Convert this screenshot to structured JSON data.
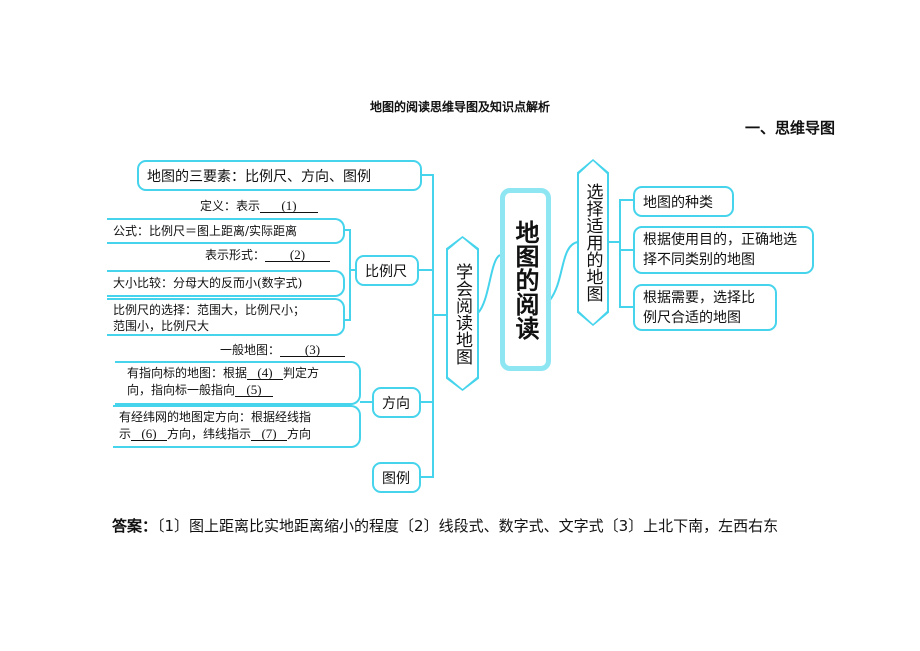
{
  "title": "地图的阅读思维导图及知识点解析",
  "section": "一、思维导图",
  "mindmap": {
    "center": "地图的阅读",
    "left_branch": "学会阅读地图",
    "right_branch": "选择适用的地图",
    "three_elements": "地图的三要素：比例尺、方向、图例",
    "scale": {
      "label": "比例尺",
      "definition": "定义：表示",
      "blank1": "(1)",
      "formula": "公式：比例尺＝图上距离/实际距离",
      "forms": "表示形式：",
      "blank2": "(2)",
      "compare": "大小比较：分母大的反而小(数字式)",
      "choice_line1": "比例尺的选择：范围大，比例尺小；",
      "choice_line2": "范围小，比例尺大"
    },
    "direction": {
      "label": "方向",
      "general": "一般地图：",
      "blank3": "(3)",
      "arrow_a": "有指向标的地图：根据",
      "blank4": "(4)",
      "arrow_b": "判定方",
      "arrow_c": "向，指向标一般指向",
      "blank5": "(5)",
      "grid_a": "有经纬网的地图定方向：根据经线指",
      "grid_b": "示",
      "blank6": "(6)",
      "grid_c": "方向，纬线指示",
      "blank7": "(7)",
      "grid_d": "方向"
    },
    "legend": "图例",
    "right_items": [
      "地图的种类",
      "根据使用目的，正确地选择不同类别的地图",
      "根据需要，选择比例尺合适的地图"
    ]
  },
  "answer": {
    "label": "答案：",
    "text": "〔1〕图上距离比实地距离缩小的程度〔2〕线段式、数字式、文字式〔3〕上北下南，左西右东"
  },
  "colors": {
    "accent": "#45d4ec"
  }
}
